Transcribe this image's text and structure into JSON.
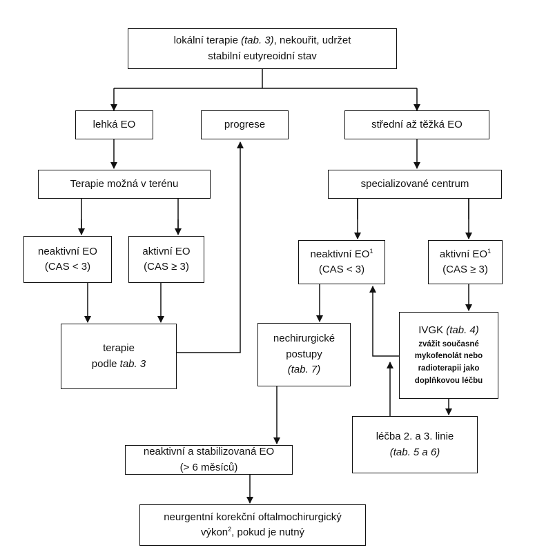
{
  "nodes": {
    "top": {
      "l1a": "lokální terapie ",
      "l1b": "(tab. 3)",
      "l1c": ", nekouřit, udržet",
      "l2": "stabilní eutyreoidní stav"
    },
    "mild": {
      "text": "lehká EO"
    },
    "progression": {
      "text": "progrese"
    },
    "moderate": {
      "text": "střední až těžká EO"
    },
    "field_therapy": {
      "text": "Terapie možná v terénu"
    },
    "specialized_center": {
      "text": "specializované centrum"
    },
    "mild_inactive": {
      "l1": "neaktivní EO",
      "l2": "(CAS < 3)"
    },
    "mild_active": {
      "l1": "aktivní EO",
      "l2": "(CAS ≥ 3)"
    },
    "sev_inactive": {
      "l1": "neaktivní EO",
      "sup": "1",
      "l2": "(CAS < 3)"
    },
    "sev_active": {
      "l1": "aktivní EO",
      "sup": "1",
      "l2": "(CAS ≥ 3)"
    },
    "therapy_tab3": {
      "l1": "terapie",
      "l2a": "podle ",
      "l2b": "tab. 3"
    },
    "nonsurgical": {
      "l1": "nechirurgické",
      "l2": "postupy",
      "l3": "(tab. 7)"
    },
    "ivgk": {
      "l1a": "IVGK ",
      "l1b": "(tab. 4)",
      "l2": "zvážit současné",
      "l3": "mykofenolát nebo",
      "l4": "radioterapii jako",
      "l5": "doplňkovou léčbu"
    },
    "stabilized": {
      "l1": "neaktivní a stabilizovaná EO",
      "l2": "(> 6 měsíců)"
    },
    "second_line": {
      "l1": "léčba 2. a 3. linie",
      "l2": "(tab. 5 a 6)"
    },
    "surgery": {
      "l1": "neurgentní korekční oftalmochirurgický",
      "l2a": "výkon",
      "sup": "2",
      "l2b": ", pokud je nutný"
    }
  },
  "colors": {
    "line": "#111111",
    "background": "#ffffff"
  }
}
